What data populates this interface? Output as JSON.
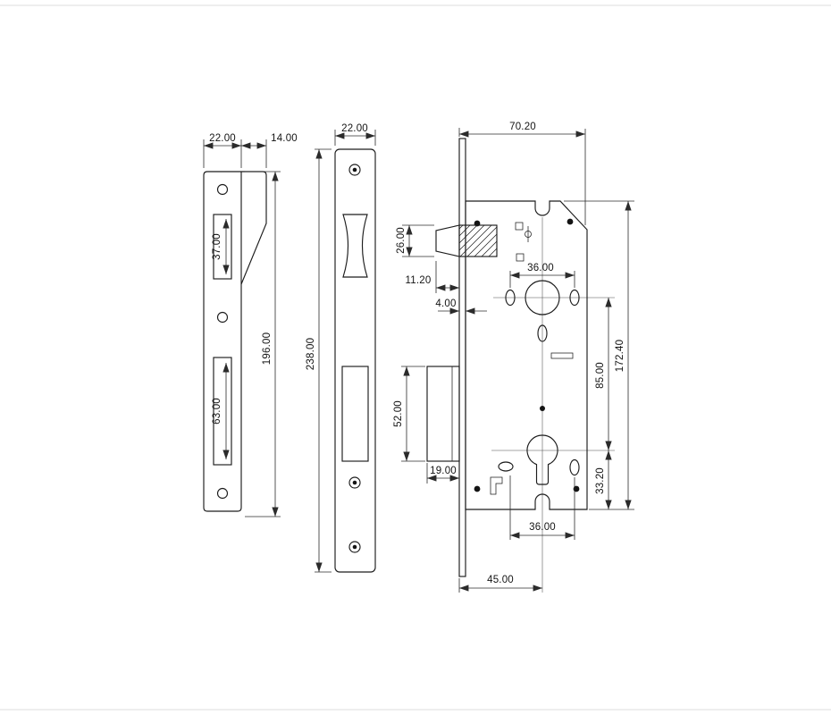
{
  "drawing": {
    "kind": "mortise-lock-technical-drawing",
    "background_color": "#ffffff",
    "line_color": "#1c1c1c",
    "dimension_color": "#2b2b2b"
  },
  "dims": {
    "strike_width": "22.00",
    "strike_lip": "14.00",
    "strike_top_cutout": "37.00",
    "strike_bottom_cutout": "63.00",
    "strike_height": "196.00",
    "faceplate_width": "22.00",
    "faceplate_height": "238.00",
    "case_width": "70.20",
    "latch_height": "26.00",
    "latch_projection": "11.20",
    "faceplate_thickness": "4.00",
    "screw_span_top": "36.00",
    "deadbolt_height": "52.00",
    "deadbolt_projection": "19.00",
    "follower_to_cylinder": "85.00",
    "case_height": "172.40",
    "cylinder_to_bottom": "33.20",
    "screw_span_bottom": "36.00",
    "backset": "45.00"
  }
}
